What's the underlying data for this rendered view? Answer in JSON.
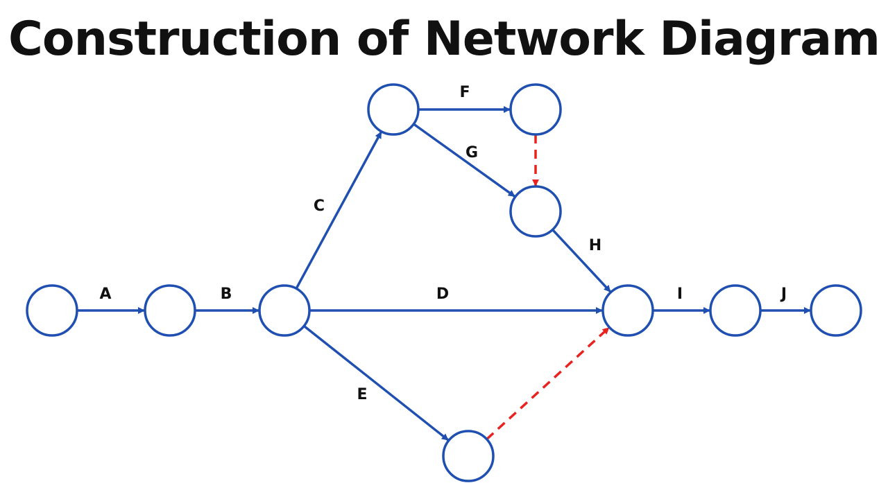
{
  "title": "Construction of Network Diagram",
  "colors": {
    "activity": "#1f4fb0",
    "dummy": "#e8231f",
    "node_fill": "#ffffff",
    "label": "#111111"
  },
  "diagram": {
    "nodes": [
      "n1",
      "n2",
      "n3",
      "n4",
      "n5",
      "n6",
      "n7",
      "n8",
      "n9",
      "n10"
    ],
    "activities": [
      {
        "id": "A",
        "label": "A",
        "from": "n1",
        "to": "n2",
        "dummy": false
      },
      {
        "id": "B",
        "label": "B",
        "from": "n2",
        "to": "n3",
        "dummy": false
      },
      {
        "id": "C",
        "label": "C",
        "from": "n3",
        "to": "n4",
        "dummy": false
      },
      {
        "id": "D",
        "label": "D",
        "from": "n3",
        "to": "n8",
        "dummy": false
      },
      {
        "id": "E",
        "label": "E",
        "from": "n3",
        "to": "n7",
        "dummy": false
      },
      {
        "id": "F",
        "label": "F",
        "from": "n4",
        "to": "n5",
        "dummy": false
      },
      {
        "id": "G",
        "label": "G",
        "from": "n4",
        "to": "n6",
        "dummy": false
      },
      {
        "id": "H",
        "label": "H",
        "from": "n6",
        "to": "n8",
        "dummy": false
      },
      {
        "id": "I",
        "label": "I",
        "from": "n8",
        "to": "n9",
        "dummy": false
      },
      {
        "id": "J",
        "label": "J",
        "from": "n9",
        "to": "n10",
        "dummy": false
      },
      {
        "id": "dummy-1",
        "label": "",
        "from": "n5",
        "to": "n6",
        "dummy": true
      },
      {
        "id": "dummy-2",
        "label": "",
        "from": "n7",
        "to": "n8",
        "dummy": true
      }
    ]
  }
}
